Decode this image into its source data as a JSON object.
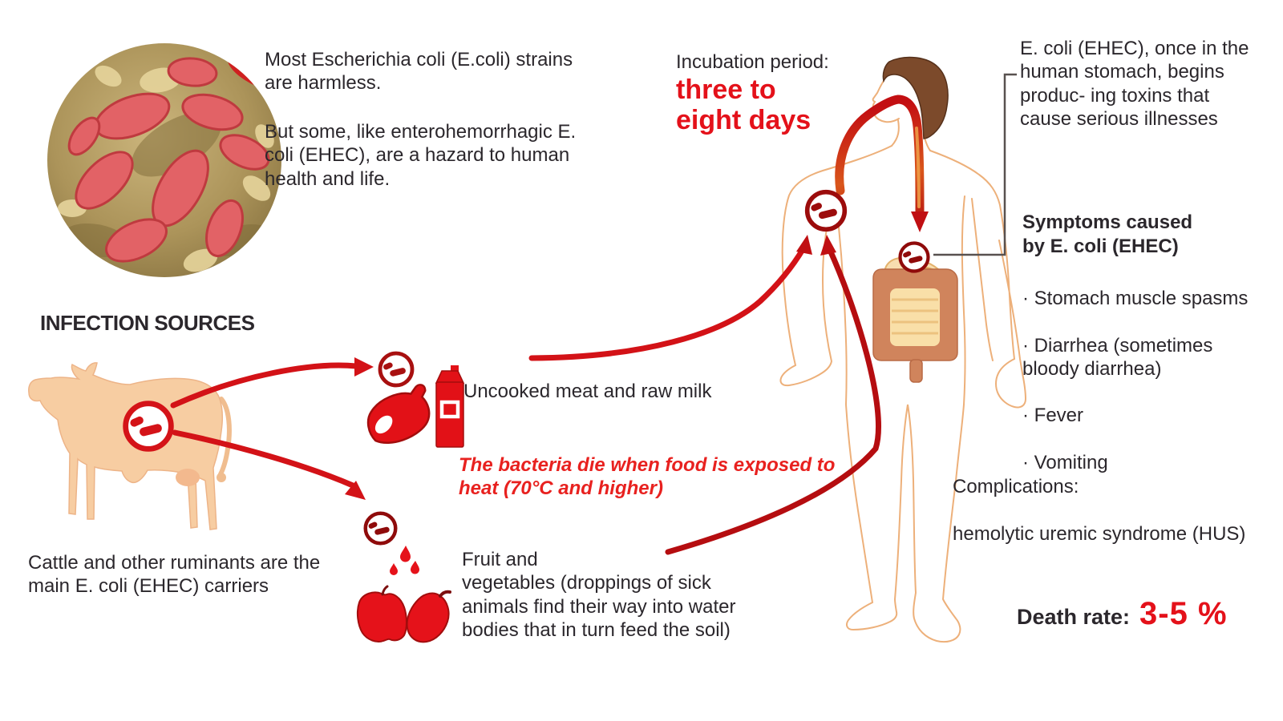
{
  "intro": {
    "para1": "Most Escherichia coli (E.coli) strains\nare harmless.",
    "para2": "But some, like enterohemorrhagic E.\ncoli (EHEC), are a hazard to human\nhealth and life."
  },
  "incubation": {
    "label": "Incubation period:",
    "value": "three to\neight days"
  },
  "stomach_note": "E. coli (EHEC), once in the\nhuman stomach, begins\nproduc- ing toxins that\ncause serious illnesses",
  "symptoms": {
    "title": "Symptoms caused\nby E. coli (EHEC)",
    "items": [
      "· Stomach muscle spasms",
      "· Diarrhea (sometimes\nbloody diarrhea)",
      "· Fever",
      "· Vomiting"
    ]
  },
  "infection_sources": {
    "title": "INFECTION SOURCES",
    "cattle_note": "Cattle and other ruminants are the\nmain E. coli (EHEC) carriers",
    "meat_label": "Uncooked meat and raw milk",
    "heat_note": "The bacteria die when food is exposed to\nheat (70°C and higher)",
    "produce_label": "Fruit and\nvegetables (droppings of sick\nanimals find their way into water\nbodies that in turn feed the soil)"
  },
  "complications": {
    "label": "Complications:",
    "value": "hemolytic uremic syndrome (HUS)"
  },
  "death_rate": {
    "label": "Death rate:",
    "value": "3-5 %"
  },
  "icons": {
    "micrograph": "ecoli-micrograph",
    "bacteria_badge": "bacteria-in-circle",
    "cow": "cow-silhouette",
    "ham": "ham-meat",
    "milk": "milk-carton",
    "droplets": "droplets",
    "apple": "apple",
    "pepper": "pepper",
    "human": "human-body-outline",
    "intestine": "large-intestine"
  },
  "colors": {
    "accent_red": "#e4111a",
    "arrow_red": "#d31217",
    "dark_ring_red": "#9c0c0c",
    "text": "#2b272c",
    "cow_fill": "#f7cda2",
    "body_outline": "#edb07a",
    "hair_brown": "#7c4a2b",
    "intestine": "#d0845c",
    "intestine_inner": "#f9dfa8"
  }
}
